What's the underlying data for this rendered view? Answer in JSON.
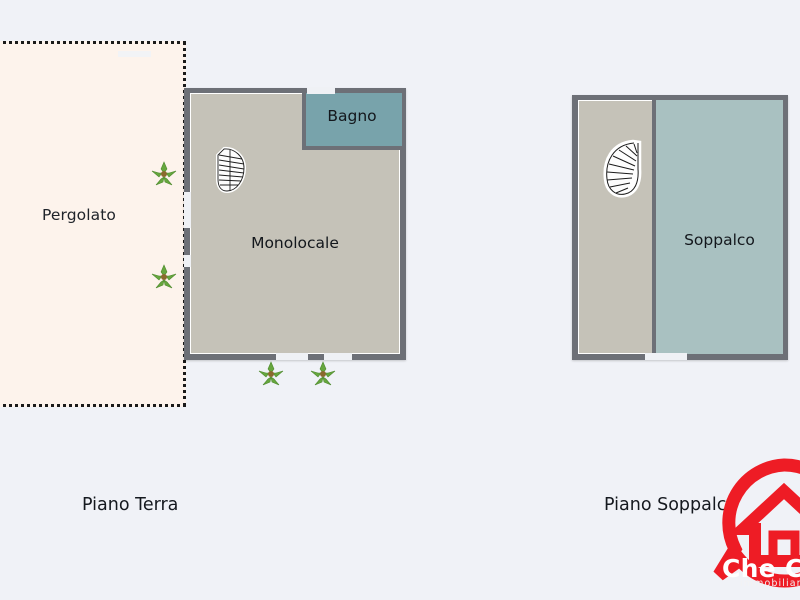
{
  "document": {
    "type": "floor-plan",
    "background_color": "#F0F2F7"
  },
  "ground_floor": {
    "title": "Piano Terra",
    "outdoor_area": {
      "label": "Pergolato",
      "fill_color": "#FDF3EC",
      "border_style": "dotted"
    },
    "rooms": [
      {
        "label": "Monolocale",
        "fill_color": "#C5C2B8"
      },
      {
        "label": "Bagno",
        "fill_color": "#78A3AB"
      }
    ],
    "features": {
      "stair_icon": "spiral-staircase-icon",
      "plant_icons": [
        "plant-icon",
        "plant-icon",
        "plant-icon",
        "plant-icon"
      ],
      "wall_color": "#6D7077",
      "openings": 5
    }
  },
  "upper_floor": {
    "title": "Piano Soppalco",
    "rooms": [
      {
        "label": "Soppalco",
        "fill_color": "#A9C1C1"
      },
      {
        "label": "",
        "fill_color": "#C5C2B8"
      }
    ],
    "features": {
      "stair_icon": "spiral-staircase-icon",
      "wall_color": "#6D7077",
      "openings": 1
    }
  },
  "watermark": {
    "brand": "Che Cas",
    "tagline": "immobiliare",
    "color": "#EE1C25",
    "icon": "house-in-speech-bubble-icon"
  }
}
